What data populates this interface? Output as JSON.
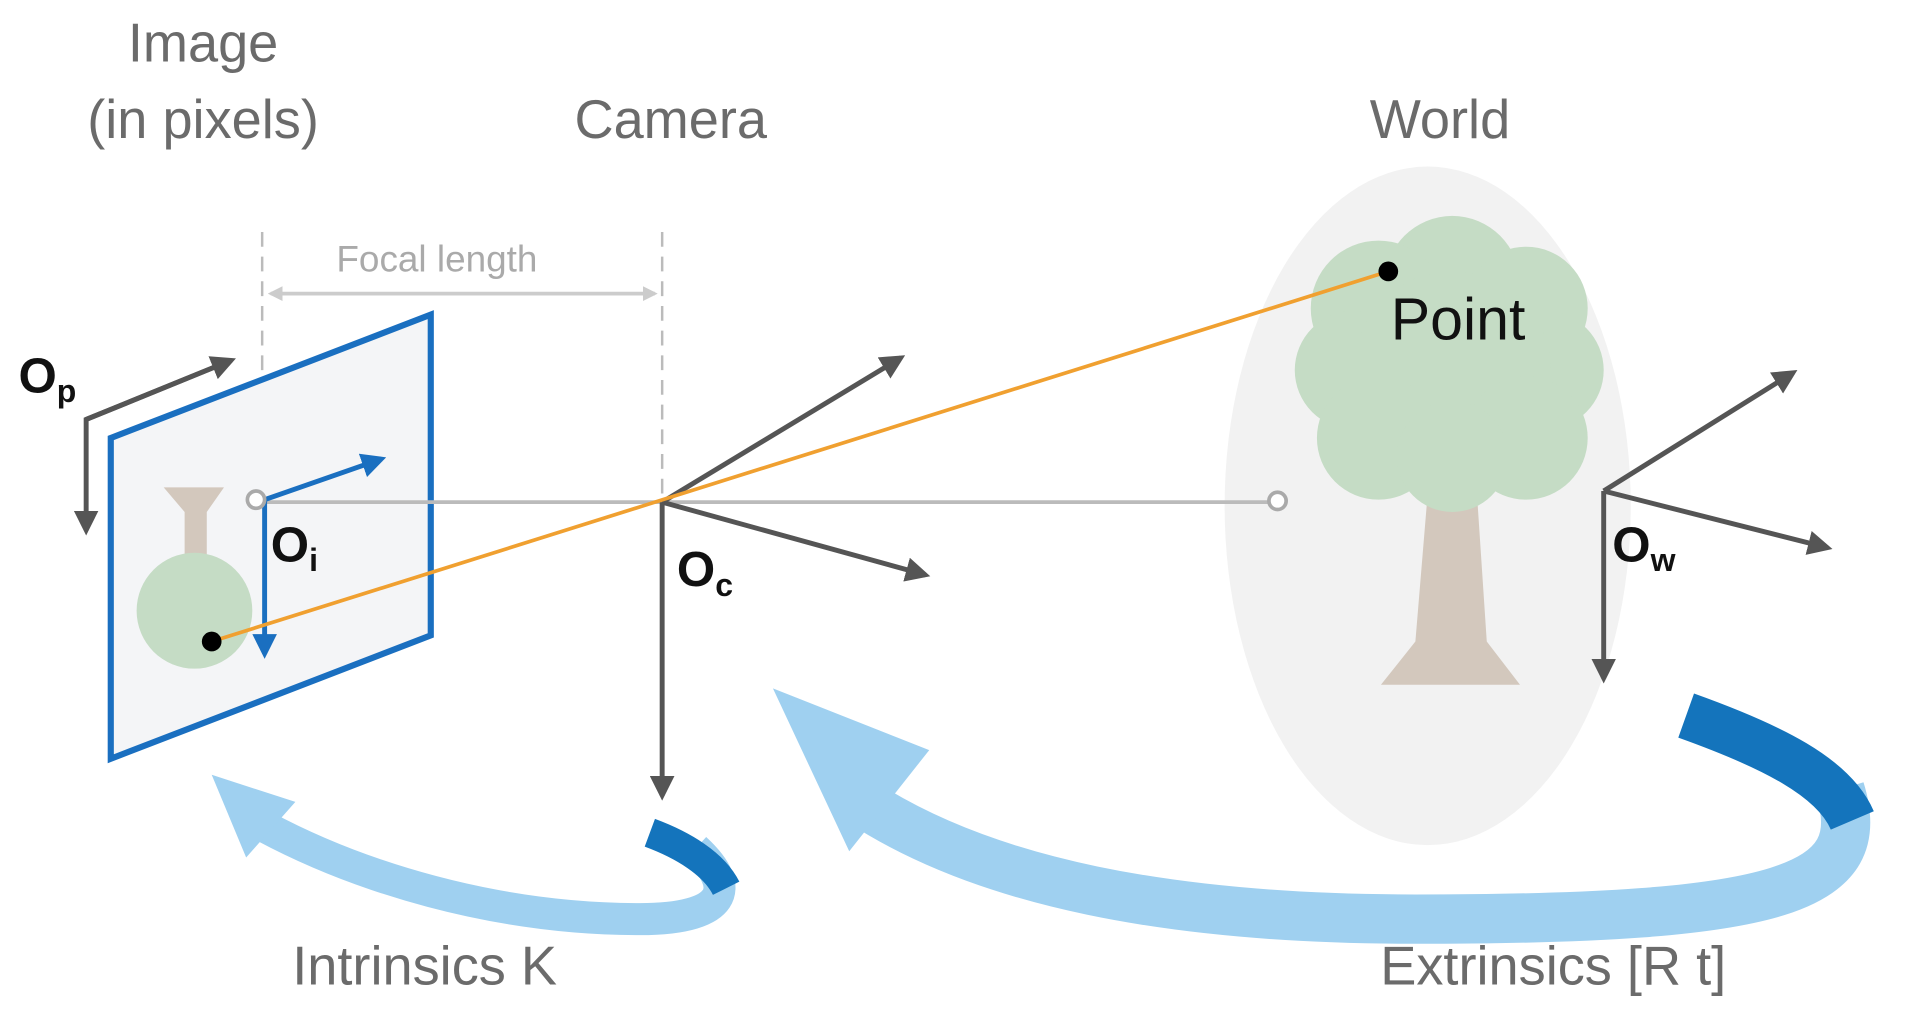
{
  "labels": {
    "image_line1": "Image",
    "image_line2": "(in pixels)",
    "camera": "Camera",
    "world": "World",
    "focal_length": "Focal length",
    "point": "Point",
    "intrinsics": "Intrinsics K",
    "extrinsics": "Extrinsics [R t]"
  },
  "axes": {
    "pixel_origin": {
      "main": "O",
      "sub": "p"
    },
    "image_origin": {
      "main": "O",
      "sub": "i"
    },
    "camera_origin": {
      "main": "O",
      "sub": "c"
    },
    "world_origin": {
      "main": "O",
      "sub": "w"
    }
  },
  "colors": {
    "image_plane": "#1a6fc0",
    "ray": "#f0a030",
    "arrow_light": "#9fd0f0",
    "arrow_dark": "#1474bc",
    "tree_crown": "#c5dcc5",
    "tree_trunk": "#d3c8bd",
    "world_bg": "#f2f2f2",
    "axis": "#555555"
  }
}
